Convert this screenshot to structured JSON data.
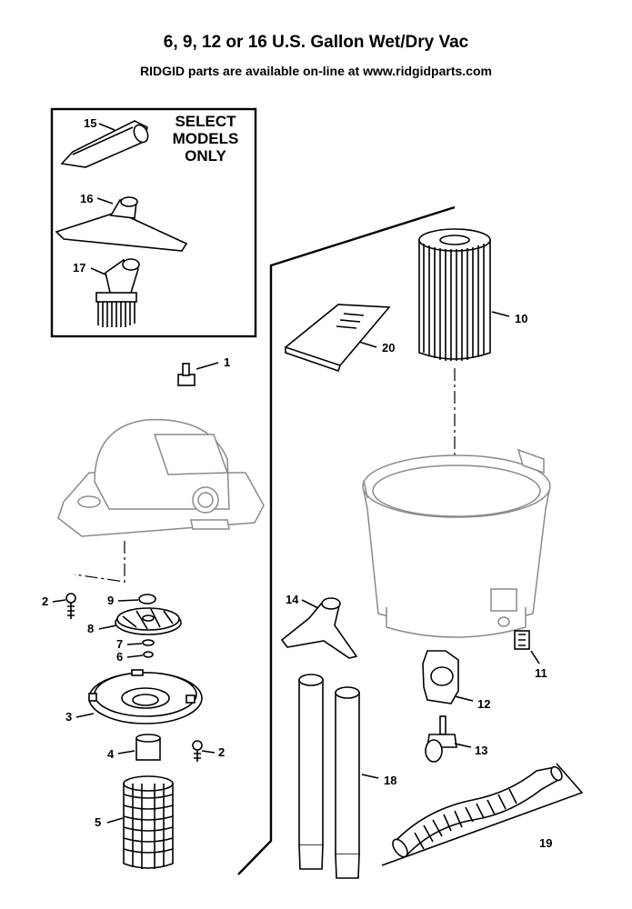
{
  "header": {
    "title": "6, 9, 12 or 16 U.S. Gallon Wet/Dry Vac",
    "subtitle": "RIDGID parts are available on-line at www.ridgidparts.com"
  },
  "inset": {
    "note_line1": "SELECT",
    "note_line2": "MODELS",
    "note_line3": "ONLY"
  },
  "callouts": {
    "p1": "1",
    "p2a": "2",
    "p2b": "2",
    "p3": "3",
    "p4": "4",
    "p5": "5",
    "p6": "6",
    "p7": "7",
    "p8": "8",
    "p9": "9",
    "p10": "10",
    "p11": "11",
    "p12": "12",
    "p13": "13",
    "p14": "14",
    "p15": "15",
    "p16": "16",
    "p17": "17",
    "p18": "18",
    "p19": "19",
    "p20": "20"
  }
}
